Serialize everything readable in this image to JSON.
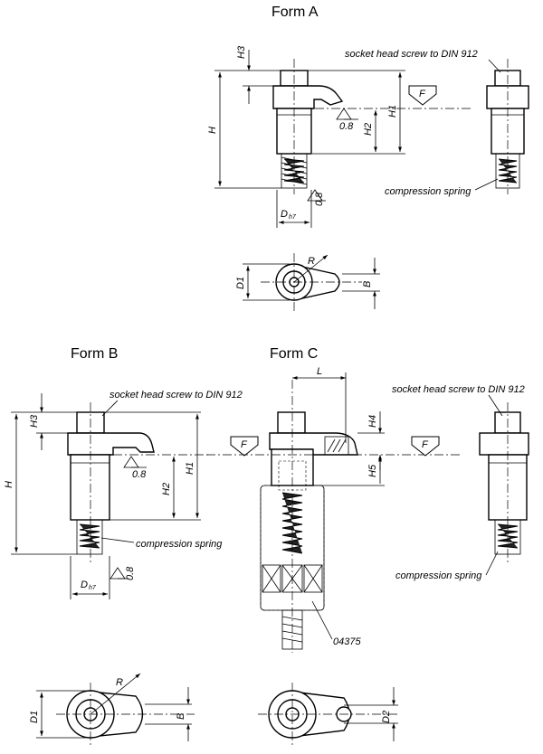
{
  "forms": {
    "a": "Form A",
    "b": "Form B",
    "c": "Form C"
  },
  "dims": {
    "h": "H",
    "h1": "H1",
    "h2": "H2",
    "h3": "H3",
    "h4": "H4",
    "h5": "H5",
    "d": "D",
    "d_sub": "h7",
    "d1": "D1",
    "d2": "D2",
    "b": "B",
    "r": "R",
    "l": "L",
    "f": "F",
    "roughness": "0.8"
  },
  "notes": {
    "socket_screw": "socket head screw to DIN 912",
    "spring": "compression spring",
    "part_number": "04375"
  }
}
